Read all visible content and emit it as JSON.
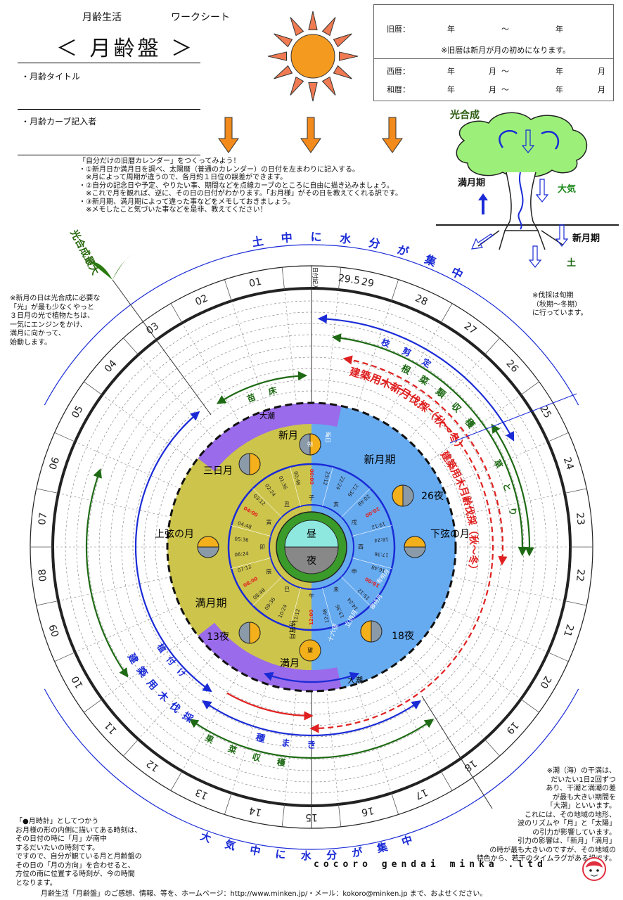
{
  "header": {
    "app_name": "月齢生活",
    "worksheet": "ワークシート",
    "title": "＜ 月齢盤 ＞",
    "field_title": "・月齢タイトル",
    "field_author": "・月齢カーブ記入者"
  },
  "date_box": {
    "kyureki": "旧暦：",
    "nen1": "年",
    "tilde1": "～",
    "nen2": "年",
    "note": "※旧暦は新月が月の初めになります。",
    "seireki": "西暦：",
    "wareki": "和暦：",
    "nen": "年",
    "tsuki": "月",
    "tilde": "～"
  },
  "instructions": [
    "「自分だけの旧暦カレンダー」をつくってみよう！",
    "・①新月日か満月日を調べ、太陽暦（普通のカレンダー）の日付を左まわりに記入する。",
    "　※月によって周期が違うので、各月約１日位の誤差ができます。",
    "・②自分の記念日や予定、やりたい事、期間などを点線カーブのところに自由に描き込みましょう。",
    "　※これで月を観れば、逆に、その日の日付がわかります。「お月様」がその日を教えてくれる訳です。",
    "・③新月期、満月期によって違った事などをメモしておきましょう。",
    "　※メモしたこと気づいた事などを是非、教えてください！"
  ],
  "tree": {
    "photosynthesis": "光合成",
    "full_moon_period": "満月期",
    "atmosphere": "大気",
    "new_moon_period": "新月期",
    "soil": "土"
  },
  "notes": {
    "left_top": [
      "※新月の日は光合成に必要な",
      "「光」が最も少なくやっと",
      "３日月の光で植物たちは、",
      "一気にエンジンをかけ、",
      "満月に向かって、",
      "始動します。"
    ],
    "right_top": [
      "※伐採は旬期",
      "（秋期～冬期）",
      "に行っています。"
    ],
    "right_bottom": [
      "※潮（海）の干満は、",
      "だいたい1日2回ずつ",
      "あり、干潮と満潮の差",
      "が最も大きい期間を",
      "「大潮」といいます。",
      "これには、その地域の地形、",
      "波のリズムや「月」と「太陽」",
      "の引力が影響しています。",
      "引力の影響は、「新月」「満月」",
      "の時が最も大きいのですが、その地域の",
      "特色から、若干のタイムラグがある訳です。"
    ],
    "left_bottom": [
      "「●月時計」としてつかう",
      "お月様の形の内側に描いてある時刻は、",
      "その日付の時に「月」が南中",
      "するだいたいの時刻です。",
      "ですので、自分が観ている月と月齢盤の",
      "その日の「月の方向」を合わせると、",
      "方位の南に位置する時刻が、今の時間",
      "となります。"
    ]
  },
  "brand": "cocoro gendai minka .ltd",
  "footer": "月齢生活「月齢盤」のご感想、情報、等を、ホームページ：http://www.minken.jp/・メール：kokoro@minken.jp まで、およせください。",
  "dial": {
    "days": [
      "29.5",
      "01",
      "02",
      "03",
      "04",
      "05",
      "06",
      "07",
      "08",
      "09",
      "10",
      "11",
      "12",
      "13",
      "14",
      "15",
      "16",
      "17",
      "18",
      "19",
      "20",
      "21",
      "22",
      "23",
      "24",
      "25",
      "26",
      "27",
      "28",
      "29"
    ],
    "date_entry": "日付記入",
    "arc_top": "土中に水分が集中",
    "arc_bottom": "大気中に水分が集中",
    "photosynthesis_max": "光合成最大",
    "labels": {
      "seedbed": "苗床",
      "pruning": "枝剪定",
      "root_harvest": "根菜類収穫",
      "new_moon_cutting": "建築用木新月伐採（秋～冬）",
      "full_moon_cutting": "建築用木月齢伐採（秋～冬）",
      "weeding": "草とり",
      "planting": "植付け",
      "timber_cutting": "建築用木伐採",
      "fruit_harvest": "果菜収穫",
      "sowing": "種まき"
    },
    "zone": {
      "new_moon_period": "新月期",
      "full_moon_period": "満月期",
      "spring_tide": "大潮",
      "day": "昼",
      "night": "夜"
    },
    "moons": {
      "new": "新月",
      "crescent": "三日月",
      "first_quarter": "上弦の月",
      "full_period_13": "13夜",
      "full": "満月",
      "d18": "18夜",
      "last_quarter": "下弦の月",
      "d26": "26夜",
      "asa": "朔",
      "bou": "望",
      "machi": "待宵月",
      "izayoi": "十六夜",
      "tachimachi": "立待月",
      "imachi": "居待月",
      "nemachi": "寝待月",
      "ariake": "有明月",
      "kuromi": "晦日"
    },
    "zodiac": [
      "午",
      "未",
      "申",
      "酉",
      "戌",
      "亥",
      "子",
      "丑",
      "寅",
      "卯",
      "辰",
      "巳"
    ],
    "times": [
      "12:00",
      "12:48",
      "13:36",
      "14:24",
      "15:12",
      "16:00",
      "16:48",
      "17:36",
      "18:24",
      "19:12",
      "20:00",
      "20:48",
      "21:36",
      "22:24",
      "23:12",
      "00:00",
      "00:48",
      "01:36",
      "02:24",
      "03:12",
      "04:00",
      "04:48",
      "05:36",
      "06:24",
      "07:12",
      "08:00",
      "08:48",
      "09:36",
      "10:24",
      "11:12"
    ]
  },
  "colors": {
    "sun": "#f39a1f",
    "arrow": "#f28a1c",
    "left_zone": "#cdc44c",
    "right_zone": "#66aaf0",
    "tide": "#9a6bea",
    "blue": "#1a2bd6",
    "green": "#1e6a14",
    "red": "#e02020",
    "tree": "#9cf07a"
  }
}
